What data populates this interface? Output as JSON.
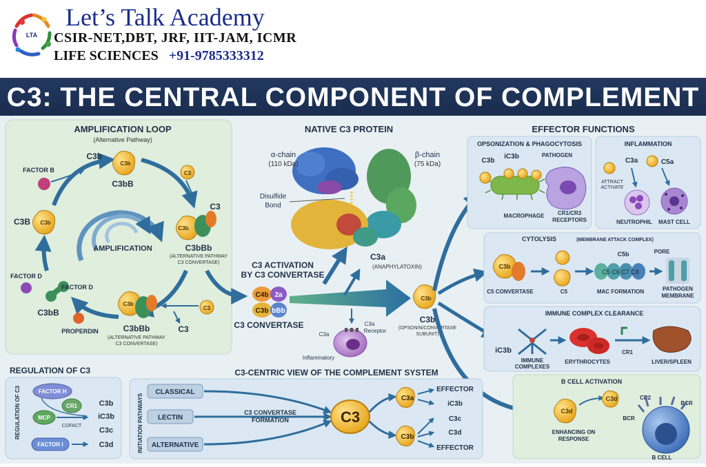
{
  "header": {
    "brand": "Let’s Talk Academy",
    "exams": "CSIR-NET,DBT, JRF, IIT-JAM, ICMR",
    "subject": "LIFE SCIENCES",
    "phone": "+91-9785333312",
    "logo_text": "LTA"
  },
  "title": "C3: THE CENTRAL COMPONENT OF COMPLEMENT",
  "amplification": {
    "title": "AMPLIFICATION LOOP",
    "subtitle": "(Alternative Pathway)",
    "center": "AMPLIFICATION",
    "c3b_top": "C3b",
    "c3bB_top": "C3bB",
    "factor_b": "FACTOR B",
    "c3_in1": "C3",
    "c3_right": "C3",
    "c3bbb_right": "C3bBb",
    "conv_right_1": "(ALTERNATIVE PATHWAY",
    "conv_right_2": "C3 CONVERTASE)",
    "c3b_left": "C3B",
    "factor_d_left": "FACTOR D",
    "factor_d_mid": "FACTOR D",
    "c3bB_left": "C3bB",
    "properdin": "PROPERDIN",
    "c3bbb_bottom": "C3bBb",
    "conv_bottom_1": "(ALTERNATIVE PATHWAY",
    "conv_bottom_2": "C3 CONVERTASE)",
    "c3_in2": "C3",
    "c3_out": "C3",
    "glyph_c3b": "C3b"
  },
  "native": {
    "title": "NATIVE C3 PROTEIN",
    "alpha": "α-chain",
    "alpha_kda": "(110 kDa)",
    "beta": "β-chain",
    "beta_kda": "(75 kDa)",
    "disulfide_1": "Disulfide",
    "disulfide_2": "Bond"
  },
  "activation": {
    "label_1": "C3 ACTIVATION",
    "label_2": "BY C3 CONVERTASE",
    "c4b": "C4b",
    "c2a": "2a",
    "c3b": "C3b",
    "bbb": "bBb",
    "convertase": "C3 CONVERTASE",
    "c3a": "C3a",
    "anaphylatoxin": "(ANAPHYLATOXIN)",
    "c3b_out": "C3b",
    "c3b_glyph": "C3b",
    "opsonin_1": "(OPSONIN/CONVERTASE",
    "opsonin_2": "SUBUNIT)",
    "receptor_1": "C3a",
    "receptor_2": "Receptor",
    "cell_c3a": "C3a",
    "inflammatory": "Inflammatory"
  },
  "effector": {
    "title": "EFFECTOR FUNCTIONS",
    "opso": {
      "title": "OPSONIZATION & PHAGOCYTOSIS",
      "c3b": "C3b",
      "ic3b": "iC3b",
      "pathogen": "PATHOGEN",
      "macrophage": "MACROPHAGE",
      "receptors_1": "CR1/CR3",
      "receptors_2": "RECEPTORS"
    },
    "inflam": {
      "title": "INFLAMMATION",
      "c3a": "C3a",
      "c5a": "C5a",
      "attract_1": "ATTRACT",
      "attract_2": "ACTIVATE",
      "neutrophil": "NEUTROPHIL",
      "mast": "MAST CELL"
    },
    "cytolysis": {
      "title": "CYTOLYSIS",
      "title_sub": "(MEMBRANE ATTACK COMPLEX)",
      "c3b": "C3b",
      "c5_convertase": "C5 CONVERTASE",
      "c5": "C5",
      "c5b": "C5b",
      "mac": "MAC FORMATION",
      "mac_label": "C5 C6 C7 C8",
      "pore": "PORE",
      "pathogen_1": "PATHOGEN",
      "pathogen_2": "MEMBRANE"
    },
    "immune": {
      "title": "IMMUNE COMPLEX CLEARANCE",
      "ic3b": "iC3b",
      "complexes_1": "IMMUNE",
      "complexes_2": "COMPLEXES",
      "erythrocytes": "ERYTHROCYTES",
      "cr1": "CR1",
      "liver": "LIVER/SPLEEN"
    },
    "bcell": {
      "title": "B CELL ACTIVATION",
      "c3d_1": "C3d",
      "c3d_2": "C3d",
      "cr2": "CR2",
      "bcr_1": "BCR",
      "bcr_2": "BCR",
      "enhancing_1": "ENHANCING ON",
      "enhancing_2": "RESPONSE",
      "bcell": "B CELL"
    }
  },
  "regulation": {
    "title": "REGULATION OF C3",
    "side": "REGULATION OF C3",
    "factor_h": "FACTOR H",
    "cr1": "CR1",
    "mcp": "MCP",
    "cofact": "COFACT",
    "factor_i": "FACTOR I",
    "products": [
      "C3b",
      "iC3b",
      "C3c",
      "C3d"
    ]
  },
  "central": {
    "title": "C3-CENTRIC VIEW OF THE COMPLEMENT SYSTEM",
    "side": "INITIATION PATHWAYS",
    "pathways": [
      "CLASSICAL",
      "LECTIN",
      "ALTERNATIVE"
    ],
    "formation_1": "C3 CONVERTASE",
    "formation_2": "FORMATION",
    "c3": "C3",
    "c3a": "C3a",
    "c3b": "C3b",
    "outputs": [
      "EFFECTOR",
      "iC3b",
      "C3c",
      "C3d",
      "EFFECTOR"
    ]
  }
}
